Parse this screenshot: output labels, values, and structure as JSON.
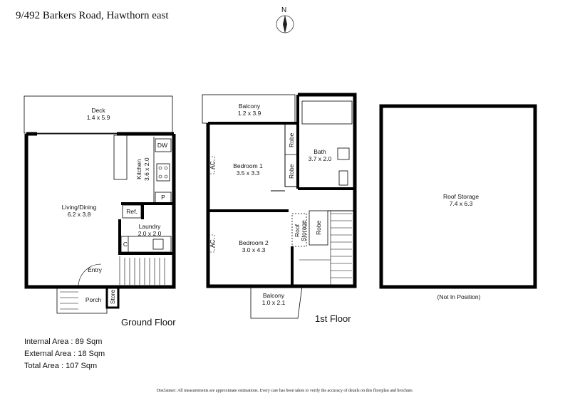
{
  "title": "9/492 Barkers Road, Hawthorn east",
  "compass": {
    "label": "N",
    "icon": "north-arrow-icon"
  },
  "ground_floor": {
    "label": "Ground Floor",
    "rooms": {
      "deck": {
        "name": "Deck",
        "size": "1.4 x 5.9"
      },
      "kitchen": {
        "name": "Kitchen",
        "size": "3.6 x 2.0"
      },
      "dw": "DW",
      "p": "P",
      "ref": "Ref.",
      "living": {
        "name": "Living/Dining",
        "size": "6.2 x 3.8"
      },
      "laundry": {
        "name": "Laundry",
        "size": "2.0 x 2.0"
      },
      "c": "C",
      "entry": "Entry",
      "porch": "Porch",
      "store": "Store"
    }
  },
  "first_floor": {
    "label": "1st Floor",
    "rooms": {
      "balcony_top": {
        "name": "Balcony",
        "size": "1.2 x 3.9"
      },
      "bedroom1": {
        "name": "Bedroom 1",
        "size": "3.5 x 3.3"
      },
      "bath": {
        "name": "Bath",
        "size": "3.7 x 2.0"
      },
      "robe": "Robe",
      "ac": "AC",
      "bedroom2": {
        "name": "Bedroom 2",
        "size": "3.0 x 4.3"
      },
      "roof_storage_small": "Roof Storage",
      "balcony_bottom": {
        "name": "Balcony",
        "size": "1.0 x 2.1"
      }
    }
  },
  "roof": {
    "name": "Roof Storage",
    "size": "7.4 x 6.3",
    "note": "(Not In Position)"
  },
  "areas": {
    "internal": "Internal Area : 89 Sqm",
    "external": "External Area : 18 Sqm",
    "total": "Total Area : 107 Sqm"
  },
  "disclaimer": "Disclaimer: All measurements are approximate estimations. Every care has been taken to verify the accuracy of details on this floorplan and brochure."
}
